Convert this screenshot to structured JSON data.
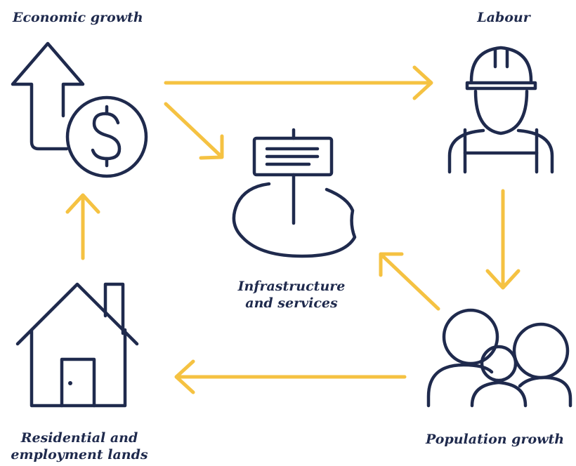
{
  "nodes": {
    "economic_growth": {
      "label": "Economic growth",
      "icon": "growth-arrow-dollar-icon"
    },
    "labour": {
      "label": "Labour",
      "icon": "construction-worker-icon"
    },
    "infrastructure": {
      "label": "Infrastructure and services",
      "icon": "signpost-land-icon"
    },
    "residential": {
      "label": "Residential and employment lands",
      "icon": "house-icon"
    },
    "population": {
      "label": "Population growth",
      "icon": "family-icon"
    }
  },
  "colors": {
    "ink": "#1f2a4d",
    "arrow": "#f5c242",
    "background": "#ffffff"
  }
}
